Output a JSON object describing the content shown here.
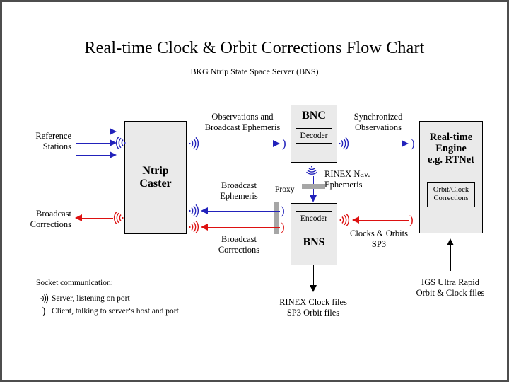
{
  "page": {
    "title": "Real-time Clock & Orbit Corrections Flow Chart",
    "subtitle": "BKG Ntrip State Space Server  (BNS)",
    "border_color": "#4d4d4d",
    "background": "#ffffff"
  },
  "colors": {
    "blue_flow": "#2222bb",
    "red_flow": "#dd1111",
    "black_flow": "#000000",
    "box_fill": "#eaeaea",
    "proxy_bar": "#a6a6a6"
  },
  "nodes": {
    "ntrip_caster": {
      "title": "Ntrip\nCaster",
      "line1": "Ntrip",
      "line2": "Caster"
    },
    "bnc": {
      "title": "BNC",
      "sub": "Decoder"
    },
    "bns": {
      "title": "BNS",
      "sub": "Encoder"
    },
    "rt_engine": {
      "line1": "Real-time",
      "line2": "Engine",
      "line3": "e.g. RTNet",
      "sub_line1": "Orbit/Clock",
      "sub_line2": "Corrections"
    }
  },
  "labels": {
    "reference_stations_l1": "Reference",
    "reference_stations_l2": "Stations",
    "broadcast_corrections_left_l1": "Broadcast",
    "broadcast_corrections_left_l2": "Corrections",
    "observations_l1": "Observations and",
    "observations_l2": "Broadcast Ephemeris",
    "synchronized_l1": "Synchronized",
    "synchronized_l2": "Observations",
    "rinex_nav_l1": "RINEX Nav.",
    "rinex_nav_l2": "Ephemeris",
    "broadcast_ephemeris_l1": "Broadcast",
    "broadcast_ephemeris_l2": "Ephemeris",
    "broadcast_corrections_mid_l1": "Broadcast",
    "broadcast_corrections_mid_l2": "Corrections",
    "proxy": "Proxy",
    "clocks_orbits_l1": "Clocks & Orbits",
    "clocks_orbits_l2": "SP3",
    "rinex_clock_files_l1": "RINEX Clock files",
    "rinex_clock_files_l2": "SP3 Orbit files",
    "igs_l1": "IGS Ultra Rapid",
    "igs_l2": "Orbit & Clock files"
  },
  "legend": {
    "heading": "Socket communication:",
    "server_text": "Server,  listening on port",
    "client_text": "Client,  talking to server‘s host and port",
    "server_icon": "socket-server-icon",
    "client_icon": "socket-client-icon"
  }
}
